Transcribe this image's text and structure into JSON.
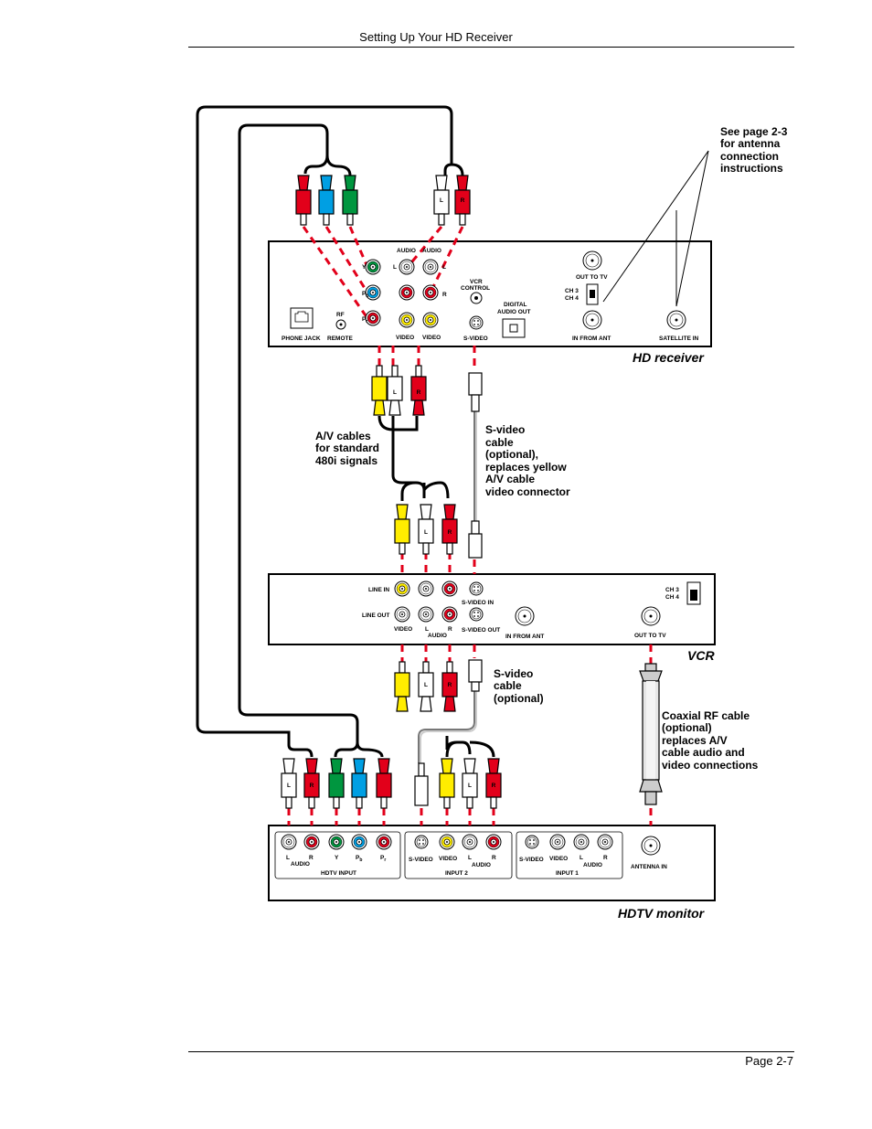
{
  "page": {
    "header": "Setting Up Your HD Receiver",
    "footer": "Page 2-7"
  },
  "colors": {
    "red": "#e2001a",
    "blue": "#009fe3",
    "green": "#00963f",
    "yellow": "#ffed00",
    "white": "#ffffff",
    "gray": "#c8c8c8"
  },
  "notes": {
    "antenna": [
      "See page 2-3",
      "for antenna",
      "connection",
      "instructions"
    ],
    "av_cables": [
      "A/V cables",
      "for standard",
      "480i signals"
    ],
    "svideo_cable": [
      "S-video",
      "cable",
      "(optional),",
      "replaces yellow",
      "A/V cable",
      "video connector"
    ],
    "svideo_optional": [
      "S-video",
      "cable",
      "(optional)"
    ],
    "coax": [
      "Coaxial RF cable",
      "(optional)",
      "replaces A/V",
      "cable audio and",
      "video connections"
    ]
  },
  "devices": {
    "receiver": {
      "name": "HD receiver",
      "labels": {
        "audio_l": "AUDIO",
        "audio_r": "AUDIO",
        "y": "Y",
        "pb": "P",
        "pb_sub": "b",
        "pr": "P",
        "pr_sub": "r",
        "l": "L",
        "r": "R",
        "vcr_control_1": "VCR",
        "vcr_control_2": "CONTROL",
        "digital_1": "DIGITAL",
        "digital_2": "AUDIO OUT",
        "out_to_tv": "OUT TO TV",
        "ch3": "CH 3",
        "ch4": "CH 4",
        "in_from_ant": "IN FROM ANT",
        "satellite_in": "SATELLITE IN",
        "phone_jack": "PHONE JACK",
        "rf": "RF",
        "remote": "REMOTE",
        "video1": "VIDEO",
        "video2": "VIDEO",
        "svideo": "S-VIDEO"
      }
    },
    "vcr": {
      "name": "VCR",
      "labels": {
        "line_in": "LINE IN",
        "line_out": "LINE OUT",
        "video": "VIDEO",
        "l": "L",
        "audio": "AUDIO",
        "r": "R",
        "svideo_in": "S-VIDEO IN",
        "svideo_out": "S-VIDEO OUT",
        "in_from_ant": "IN FROM ANT",
        "out_to_tv": "OUT TO TV",
        "ch3": "CH 3",
        "ch4": "CH 4"
      }
    },
    "monitor": {
      "name": "HDTV monitor",
      "labels": {
        "l": "L",
        "r": "R",
        "y": "Y",
        "pb": "P",
        "pb_sub": "b",
        "pr": "P",
        "pr_sub": "r",
        "audio1": "AUDIO",
        "hdtv_input": "HDTV INPUT",
        "svideo2": "S-VIDEO",
        "video2": "VIDEO",
        "l2": "L",
        "r2": "R",
        "audio2": "AUDIO",
        "input2": "INPUT 2",
        "svideo1": "S-VIDEO",
        "video1": "VIDEO",
        "l1": "L",
        "r1": "R",
        "audio3": "AUDIO",
        "input1": "INPUT 1",
        "antenna_in": "ANTENNA IN"
      }
    }
  },
  "plug_letters": {
    "l": "L",
    "r": "R"
  }
}
